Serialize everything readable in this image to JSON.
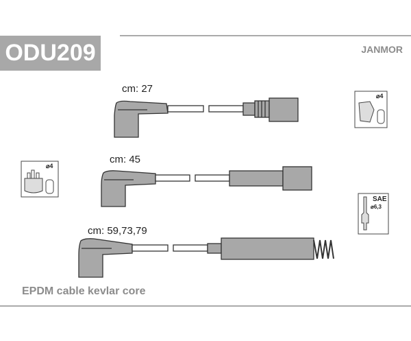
{
  "header": {
    "code": "ODU209",
    "brand": "JANMOR"
  },
  "cables": [
    {
      "length_label": "cm: 27"
    },
    {
      "length_label": "cm: 45"
    },
    {
      "length_label": "cm: 59,73,79"
    }
  ],
  "icons": {
    "coil_diameter": "⌀4",
    "distributor_diameter": "⌀4",
    "spark_plug_standard": "SAE",
    "spark_plug_diameter": "⌀6,3"
  },
  "footer": {
    "description": "EPDM cable kevlar core"
  },
  "colors": {
    "part_fill": "#a8a8a8",
    "outline": "#333333",
    "text_gray": "#8c8c8c"
  }
}
